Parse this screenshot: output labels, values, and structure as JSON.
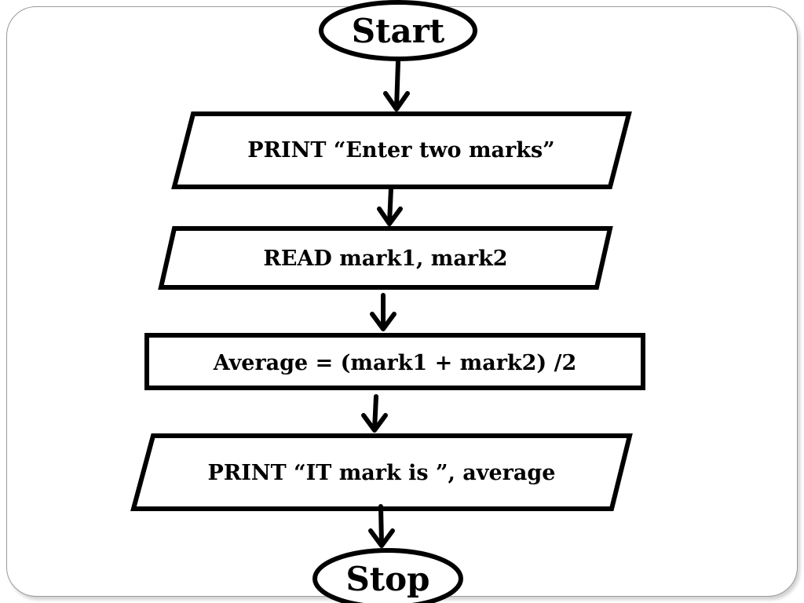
{
  "flowchart": {
    "start_label": "Start",
    "step1_label": "PRINT “Enter two marks”",
    "step2_label": "READ mark1, mark2",
    "step3_label": "Average = (mark1 + mark2) /2",
    "step4_label": "PRINT “IT mark is ”, average",
    "stop_label": "Stop"
  }
}
